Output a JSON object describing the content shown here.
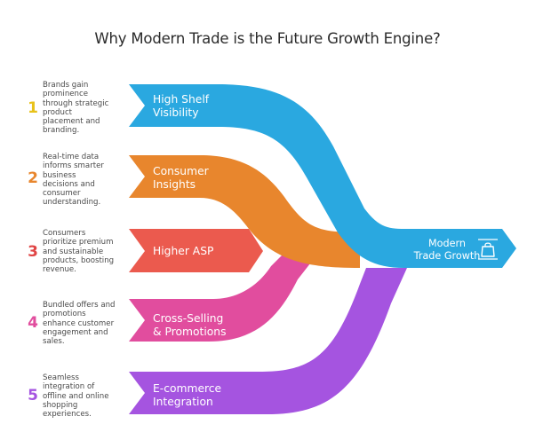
{
  "title": "Why Modern Trade is the Future Growth Engine?",
  "colors": {
    "blue": "#2aa8e0",
    "orange": "#e8862d",
    "red": "#eb5a4e",
    "pink": "#e14d9e",
    "purple": "#a554e0",
    "num1": "#e8c21a",
    "num2": "#e8862d",
    "num3": "#e04545",
    "num4": "#e14d9e",
    "num5": "#a554e0"
  },
  "items": [
    {
      "number": "1",
      "label": "High Shelf Visibility",
      "label_lines": [
        "High Shelf",
        "Visibility"
      ],
      "desc_lines": [
        "Brands gain",
        "prominence",
        "through strategic",
        "product",
        "placement and",
        "branding."
      ]
    },
    {
      "number": "2",
      "label": "Consumer Insights",
      "label_lines": [
        "Consumer",
        "Insights"
      ],
      "desc_lines": [
        "Real-time data",
        "informs smarter",
        "business",
        "decisions and",
        "consumer",
        "understanding."
      ]
    },
    {
      "number": "3",
      "label": "Higher ASP",
      "label_lines": [
        "Higher ASP"
      ],
      "desc_lines": [
        "Consumers",
        "prioritize premium",
        "and sustainable",
        "products, boosting",
        "revenue."
      ]
    },
    {
      "number": "4",
      "label": "Cross-Selling & Promotions",
      "label_lines": [
        "Cross-Selling",
        "& Promotions"
      ],
      "desc_lines": [
        "Bundled offers and",
        "promotions",
        "enhance customer",
        "engagement and",
        "sales."
      ]
    },
    {
      "number": "5",
      "label": "E-commerce Integration",
      "label_lines": [
        "E-commerce",
        "Integration"
      ],
      "desc_lines": [
        "Seamless",
        "integration of",
        "offline and online",
        "shopping",
        "experiences."
      ]
    }
  ],
  "target": {
    "label_lines": [
      "Modern",
      "Trade Growth"
    ],
    "icon": "shopping-bag-icon"
  }
}
